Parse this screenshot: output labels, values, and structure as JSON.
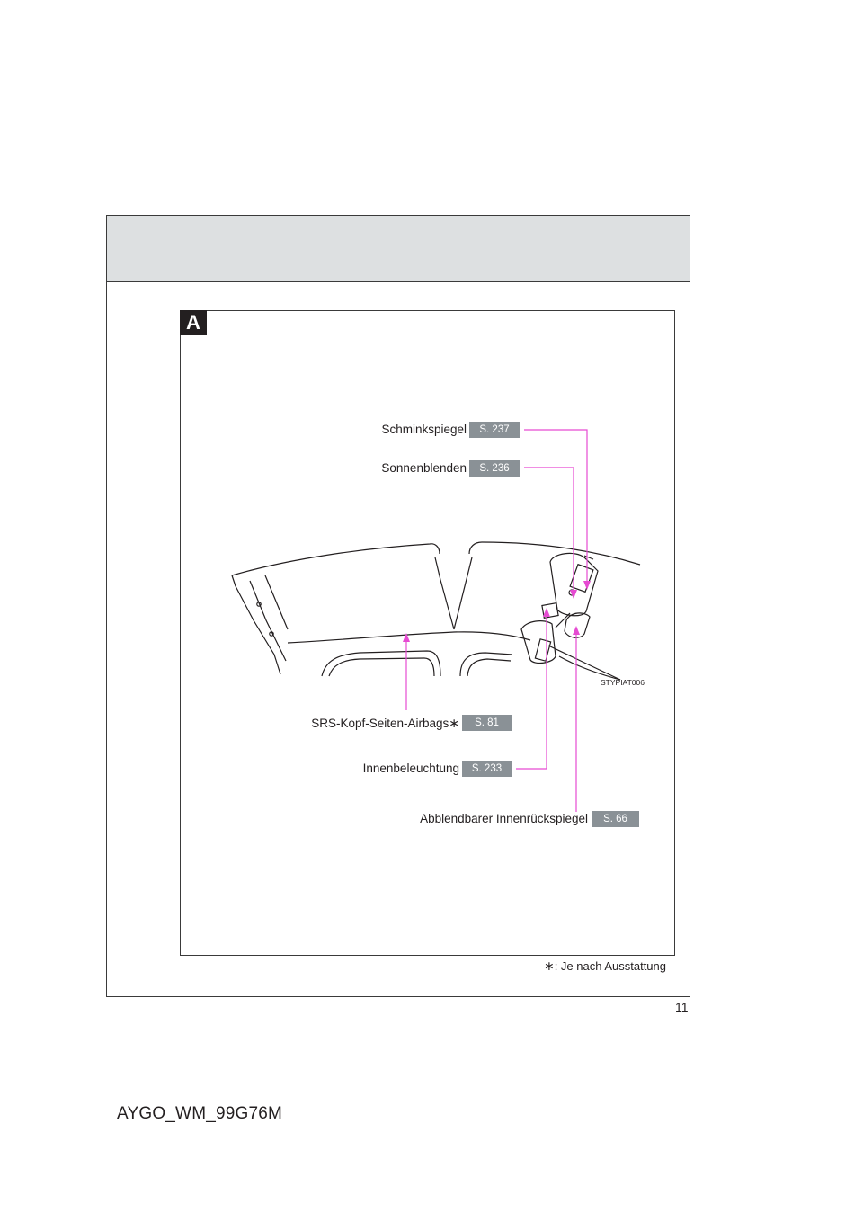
{
  "section_tag": "A",
  "figure_code": "STYPIAT006",
  "callouts": [
    {
      "label": "Schminkspiegel",
      "ref": "S. 237"
    },
    {
      "label": "Sonnenblenden",
      "ref": "S. 236"
    },
    {
      "label": "SRS-Kopf-Seiten-Airbags",
      "ref": "S. 81"
    },
    {
      "label": "Innenbeleuchtung",
      "ref": "S. 233"
    },
    {
      "label": "Abblendbarer Innenrückspiegel",
      "ref": "S. 66"
    }
  ],
  "footnote": {
    "symbol": "∗",
    "text": ": Je nach Ausstattung"
  },
  "page_number": "11",
  "doc_code": "AYGO_WM_99G76M",
  "colors": {
    "leader": "#e64bd2",
    "badge": "#8a9196",
    "header_band": "#dde0e1"
  }
}
